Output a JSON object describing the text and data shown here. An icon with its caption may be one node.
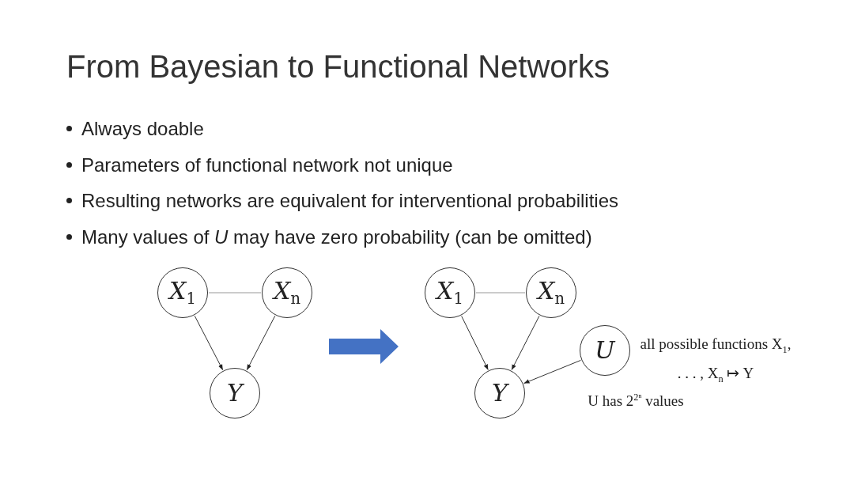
{
  "diagram": {
    "title": "From Bayesian to Functional Networks",
    "labels": [
      "Always doable",
      "Parameters of functional network not unique",
      "Resulting networks are equivalent for interventional probabilities",
      "Many values of *U* may have zero probability (can be omitted)"
    ],
    "nodes": [
      {
        "text": [
          "X$_{1}$"
        ]
      },
      {
        "text": [
          "X$_{n}$"
        ]
      },
      {
        "text": [
          "Y"
        ]
      },
      {
        "text": [
          "X$_{1}$"
        ]
      },
      {
        "text": [
          "X$_{n}$"
        ]
      },
      {
        "text": [
          "U"
        ],
        "beside": [
          "all possible functions X$_{1}$, . . . , X$_{n}$ ↦ Y",
          "U has 2$^{2ⁿ}$ values"
        ]
      },
      {
        "text": [
          "Y"
        ]
      }
    ],
    "edges": [
      {
        "from": 0,
        "to": 1,
        "arrow": "none",
        "color": "#999999"
      },
      {
        "from": 0,
        "to": 2,
        "arrow": "to"
      },
      {
        "from": 1,
        "to": 2,
        "arrow": "to"
      },
      {
        "from": 3,
        "to": 4,
        "arrow": "none",
        "color": "#999999"
      },
      {
        "from": 3,
        "to": 6,
        "arrow": "to"
      },
      {
        "from": 4,
        "to": 6,
        "arrow": "to"
      },
      {
        "from": 5,
        "to": 6,
        "arrow": "to"
      }
    ]
  }
}
